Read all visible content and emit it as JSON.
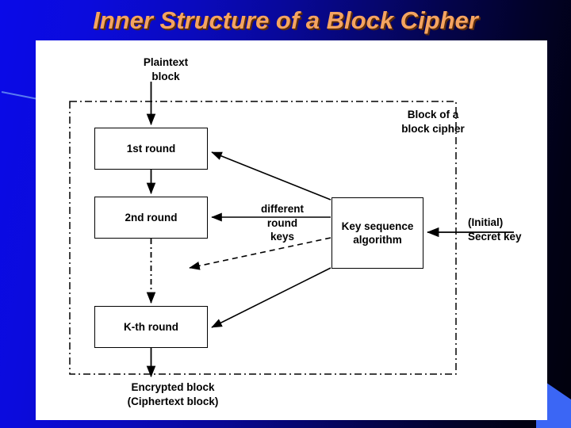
{
  "slide": {
    "title": "Inner Structure of a Block Cipher",
    "title_color": "#F4A461",
    "background_color": "#0a0ae8",
    "panel_color": "#ffffff",
    "accent_color": "#3B66F5"
  },
  "diagram": {
    "type": "flowchart",
    "boundary_label": "Block of a\nblock cipher",
    "boxes": [
      {
        "id": "round1",
        "label": "1st round"
      },
      {
        "id": "round2",
        "label": "2nd round"
      },
      {
        "id": "roundk",
        "label": "K-th round"
      },
      {
        "id": "keyalg",
        "label": "Key\nsequence\nalgorithm"
      }
    ],
    "labels": [
      {
        "id": "plaintext",
        "text": "Plaintext\nblock"
      },
      {
        "id": "diffkeys",
        "text": "different\nround\nkeys"
      },
      {
        "id": "secretkey",
        "text": "(Initial)\nSecret key"
      },
      {
        "id": "encrypted",
        "text": "Encrypted block\n(Ciphertext block)"
      }
    ],
    "connections": [
      {
        "from": "plaintext",
        "to": "round1",
        "style": "solid-arrow"
      },
      {
        "from": "round1",
        "to": "round2",
        "style": "solid-arrow"
      },
      {
        "from": "round2",
        "to": "roundk",
        "style": "dashdot-arrow"
      },
      {
        "from": "roundk",
        "to": "encrypted",
        "style": "solid-arrow"
      },
      {
        "from": "keyalg",
        "to": "round1",
        "style": "solid-arrow"
      },
      {
        "from": "keyalg",
        "to": "round2",
        "style": "solid-arrow"
      },
      {
        "from": "keyalg",
        "to": "roundk",
        "style": "solid-arrow"
      },
      {
        "from": "keyalg",
        "to": "omitted-rounds",
        "style": "dashed-arrow"
      },
      {
        "from": "secretkey",
        "to": "keyalg",
        "style": "solid-arrow"
      }
    ]
  }
}
